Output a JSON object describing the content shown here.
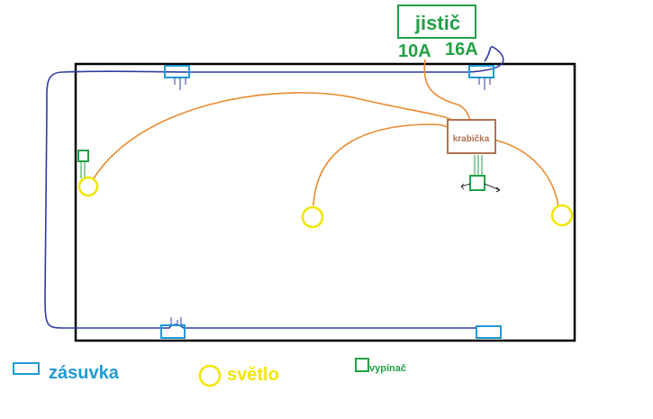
{
  "labels": {
    "jistic": "jistič",
    "amp10": "10A",
    "amp16": "16A",
    "box": "krabička"
  },
  "legend": {
    "socket": "zásuvka",
    "light": "světlo",
    "switch": "vypínač"
  },
  "colors": {
    "room": "#000000",
    "socket": "#1f9ad6",
    "light": "#f2e600",
    "switch": "#22a046",
    "wire_socket": "#2f3d9e",
    "wire_light": "#e98a2e",
    "box": "#b0734f"
  }
}
